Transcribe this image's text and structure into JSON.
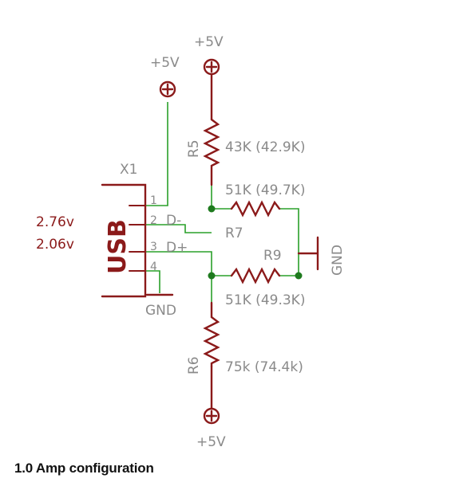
{
  "caption": "1.0 Amp configuration",
  "colors": {
    "wire": "#2aa02a",
    "component": "#8b1a1a",
    "label": "#8a8a8a",
    "junction": "#1e7a1e"
  },
  "labels": {
    "vcc_left": "+5V",
    "vcc_top": "+5V",
    "vcc_bottom": "+5V",
    "x1": "X1",
    "usb": "USB",
    "pin1": "1",
    "pin2": "2",
    "pin3": "3",
    "pin4": "4",
    "dminus": "D-",
    "dplus": "D+",
    "v_dminus": "2.76v",
    "v_dplus": "2.06v",
    "gnd_usb": "GND",
    "gnd_right": "GND",
    "r5_name": "R5",
    "r5_value": "43K (42.9K)",
    "r7_name": "R7",
    "r7_value": "51K (49.7K)",
    "r9_name": "R9",
    "r9_value": "51K (49.3K)",
    "r6_name": "R6",
    "r6_value": "75k (74.4k)"
  }
}
